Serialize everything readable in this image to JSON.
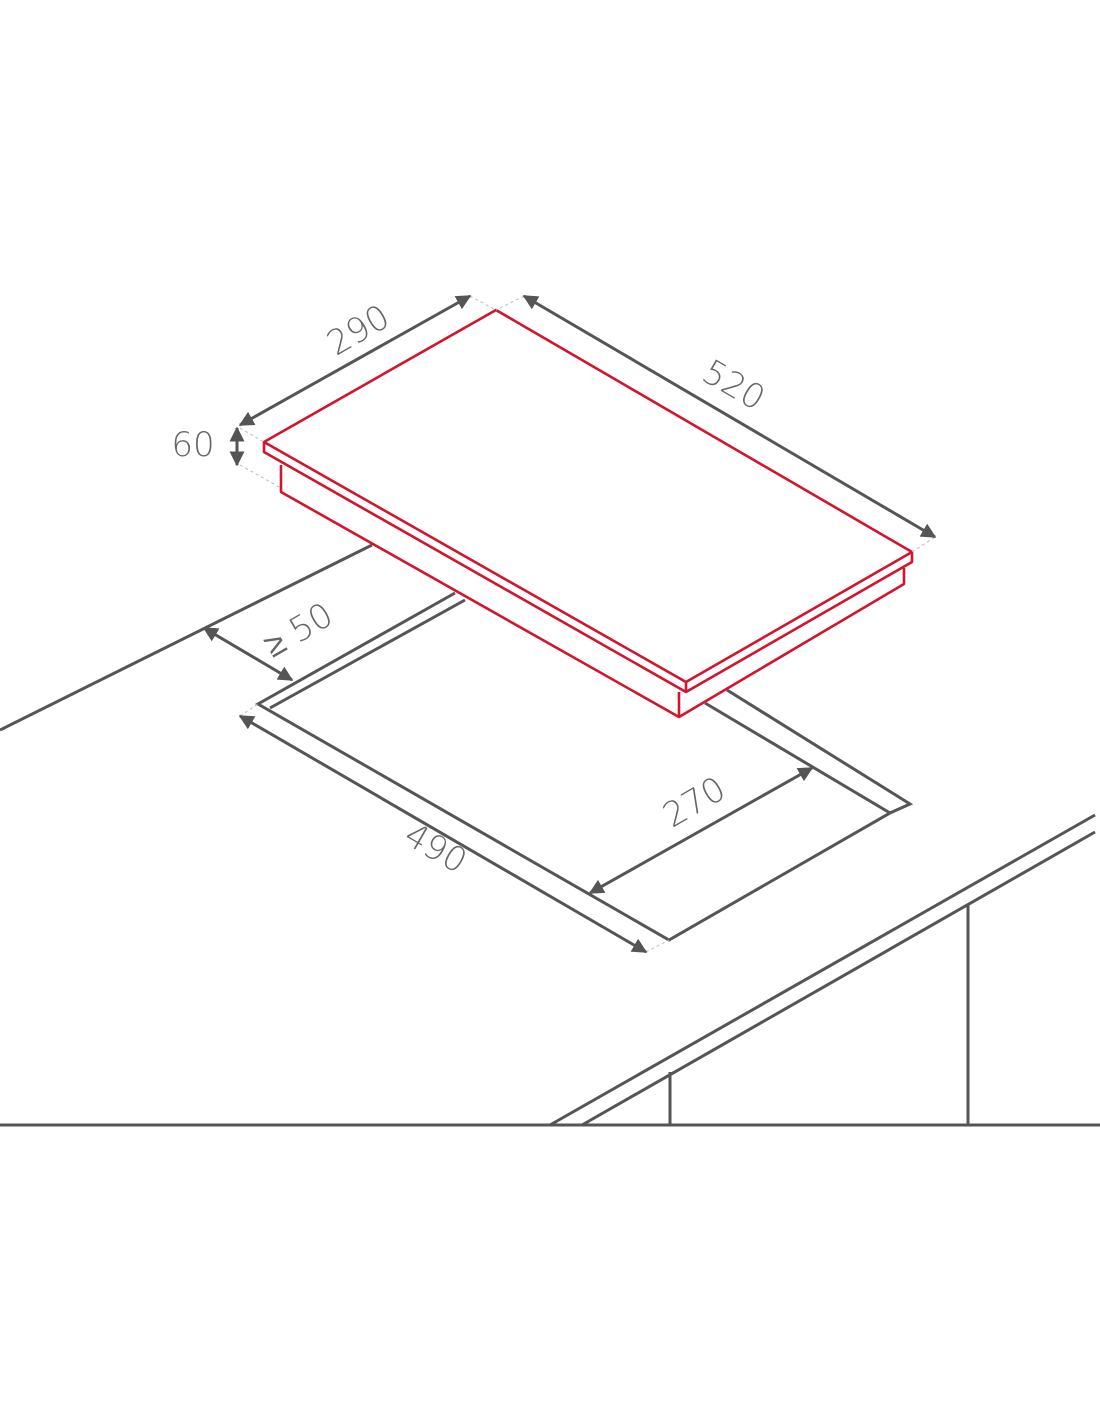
{
  "dimensions": {
    "width": "290",
    "length": "520",
    "height": "60",
    "min_clearance": "≥ 50",
    "cutout_width": "270",
    "cutout_length": "490"
  },
  "colors": {
    "hob_outline": "#d2142d",
    "lines": "#555555",
    "labels": "#666666"
  }
}
